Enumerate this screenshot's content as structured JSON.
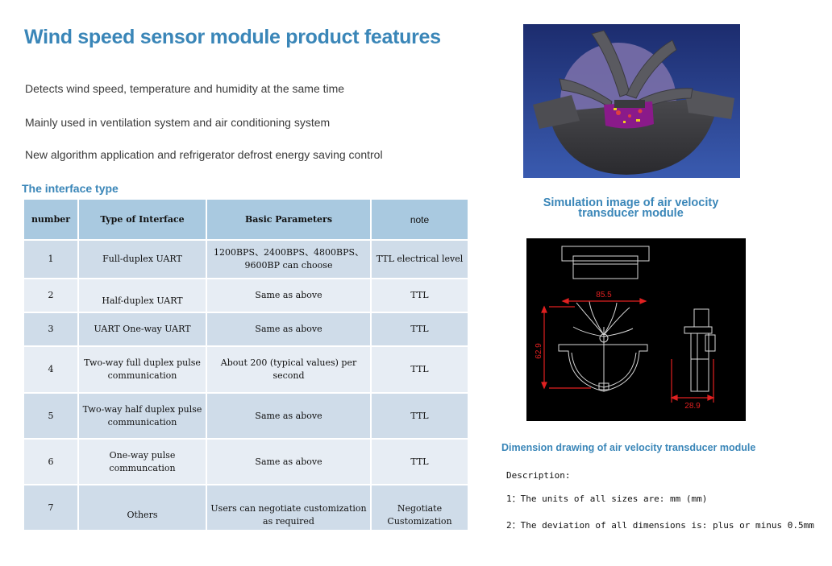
{
  "title": "Wind speed sensor module product features",
  "features": [
    "Detects wind speed, temperature and humidity at the same time",
    "Mainly used in ventilation system and air conditioning system",
    "New algorithm application and refrigerator defrost energy saving control"
  ],
  "interface_section": {
    "title": "The interface type",
    "headers": [
      "number",
      "Type of Interface",
      "Basic Parameters",
      "note"
    ],
    "rows": [
      {
        "number": "1",
        "type": "Full-duplex UART",
        "params": "1200BPS、2400BPS、4800BPS、 9600BP      can choose",
        "note": "TTL electrical level"
      },
      {
        "number": "2",
        "type": "Half-duplex UART",
        "params": "Same as above",
        "note": "TTL"
      },
      {
        "number": "3",
        "type": "UART One-way UART",
        "params": "Same as above",
        "note": "TTL"
      },
      {
        "number": "4",
        "type": "Two-way full duplex pulse communication",
        "params": "About 200 (typical values) per second",
        "note": "TTL"
      },
      {
        "number": "5",
        "type": "Two-way half duplex pulse communication",
        "params": "Same as above",
        "note": "TTL"
      },
      {
        "number": "6",
        "type": "One-way pulse communcation",
        "params": "Same as above",
        "note": "TTL"
      },
      {
        "number": "7",
        "type": "Others",
        "params": "Users can negotiate customization as required",
        "note": "Negotiate Customization"
      }
    ]
  },
  "simulation_caption": "Simulation image of air velocity transducer module",
  "dimension_caption": "Dimension drawing of air velocity transducer  module",
  "drawing_labels": {
    "width": "85.5",
    "height": "62.9",
    "depth": "28.9"
  },
  "description": {
    "heading": "Description:",
    "items": [
      "1：The units of all sizes are: mm (mm)",
      "2：The deviation of all dimensions is: plus or minus 0.5mm"
    ]
  },
  "colors": {
    "title": "#3a86b8",
    "header_bg": "#a9c9e0",
    "row_odd": "#cfdce9",
    "row_even": "#e7edf4",
    "dimension_red": "#e02020"
  }
}
